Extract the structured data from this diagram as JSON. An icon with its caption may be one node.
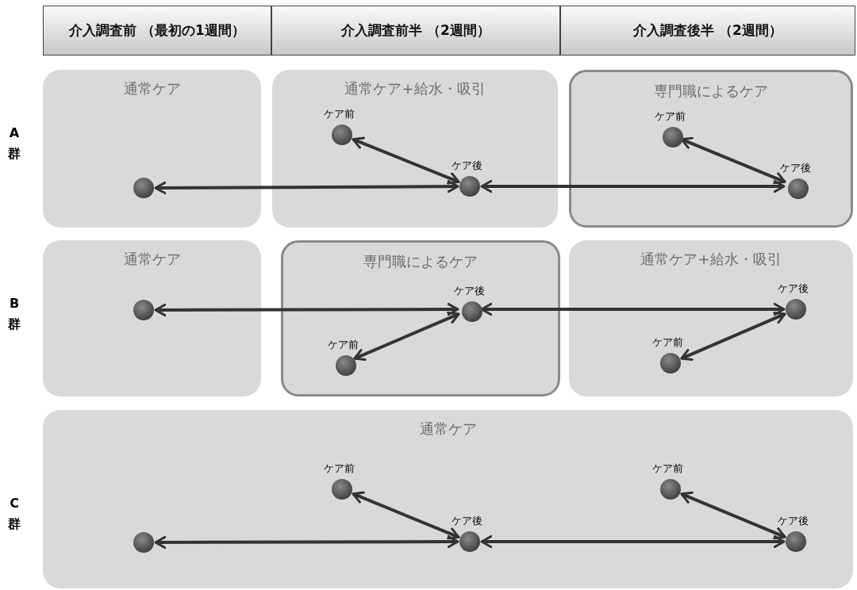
{
  "diagram": {
    "nodes": [
      {
        "text": [
          "介入調査前 （最初の1週間）"
        ]
      },
      {
        "text": [
          "介入調査前半 （2週間）"
        ]
      },
      {
        "text": [
          "介入調査後半 （2週間）"
        ]
      },
      {
        "text": [
          "通常ケア"
        ]
      },
      {
        "text": [
          "通常ケア+給水・吸引"
        ]
      },
      {
        "text": [
          "専門職によるケア"
        ]
      },
      {
        "text": [
          "通常ケア"
        ]
      },
      {
        "text": [
          "専門職によるケア"
        ]
      },
      {
        "text": [
          "通常ケア+給水・吸引"
        ]
      },
      {
        "text": [
          "通常ケア"
        ]
      },
      {
        "text": [],
        "shape": "circle",
        "in": 3
      },
      {
        "text": [],
        "shape": "circle",
        "in": 4,
        "beside": [
          "ケア前"
        ]
      },
      {
        "text": [],
        "shape": "circle",
        "in": 4,
        "beside": [
          "ケア後"
        ]
      },
      {
        "text": [],
        "shape": "circle",
        "in": 5,
        "beside": [
          "ケア前"
        ]
      },
      {
        "text": [],
        "shape": "circle",
        "in": 5,
        "beside": [
          "ケア後"
        ]
      },
      {
        "text": [],
        "shape": "circle",
        "in": 6
      },
      {
        "text": [],
        "shape": "circle",
        "in": 7,
        "beside": [
          "ケア後"
        ]
      },
      {
        "text": [],
        "shape": "circle",
        "in": 7,
        "beside": [
          "ケア前"
        ]
      },
      {
        "text": [],
        "shape": "circle",
        "in": 8,
        "beside": [
          "ケア後"
        ]
      },
      {
        "text": [],
        "shape": "circle",
        "in": 8,
        "beside": [
          "ケア前"
        ]
      },
      {
        "text": [],
        "shape": "circle",
        "in": 9
      },
      {
        "text": [],
        "shape": "circle",
        "in": 9,
        "beside": [
          "ケア前"
        ]
      },
      {
        "text": [],
        "shape": "circle",
        "in": 9,
        "beside": [
          "ケア後"
        ]
      },
      {
        "text": [],
        "shape": "circle",
        "in": 9,
        "beside": [
          "ケア前"
        ]
      },
      {
        "text": [],
        "shape": "circle",
        "in": 9,
        "beside": [
          "ケア後"
        ]
      }
    ],
    "edges": [
      {
        "from": 10,
        "to": 12,
        "arrow": "both"
      },
      {
        "from": 11,
        "to": 12,
        "arrow": "both"
      },
      {
        "from": 12,
        "to": 14,
        "arrow": "both"
      },
      {
        "from": 13,
        "to": 14,
        "arrow": "both"
      },
      {
        "from": 15,
        "to": 16,
        "arrow": "both"
      },
      {
        "from": 17,
        "to": 16,
        "arrow": "both"
      },
      {
        "from": 16,
        "to": 18,
        "arrow": "both"
      },
      {
        "from": 19,
        "to": 18,
        "arrow": "both"
      },
      {
        "from": 20,
        "to": 22,
        "arrow": "both"
      },
      {
        "from": 21,
        "to": 22,
        "arrow": "both"
      },
      {
        "from": 22,
        "to": 24,
        "arrow": "both"
      },
      {
        "from": 23,
        "to": 24,
        "arrow": "both"
      }
    ],
    "labels": [
      "A 群",
      "B 群",
      "C 群"
    ]
  }
}
